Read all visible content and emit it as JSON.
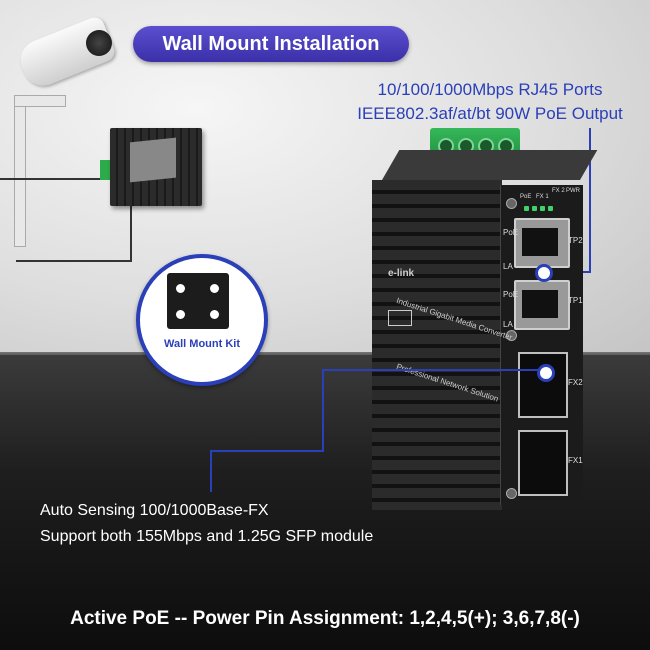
{
  "title": "Wall Mount Installation",
  "callout_top": {
    "line1": "10/100/1000Mbps RJ45 Ports",
    "line2": "IEEE802.3af/at/bt 90W PoE Output"
  },
  "callout_bottom": {
    "line1": "Auto Sensing 100/1000Base-FX",
    "line2": "Support both 155Mbps and 1.25G SFP module"
  },
  "kit_label": "Wall Mount Kit",
  "footer": "Active PoE -- Power Pin Assignment: 1,2,4,5(+); 3,6,7,8(-)",
  "device": {
    "brand": "e-link",
    "model_text": "Industrial Gigabit Media Converter",
    "tagline": "Professional Network Solution",
    "port_labels": [
      "TP2",
      "TP1",
      "FX2",
      "FX1"
    ],
    "side_labels": [
      "PoE",
      "LA",
      "PoE",
      "LA"
    ],
    "led_labels": [
      "PoE",
      "FX 1",
      "FX 2",
      "PWR"
    ]
  },
  "colors": {
    "accent": "#2a3fb8",
    "pill": "#4a3fc0",
    "terminal_green": "#2cab4a"
  }
}
